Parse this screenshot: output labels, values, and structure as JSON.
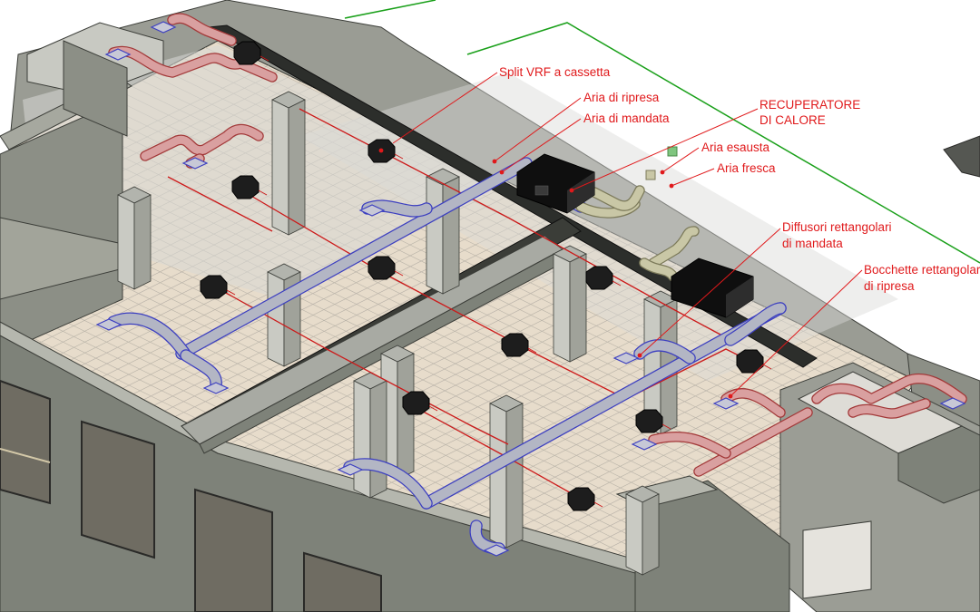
{
  "colors": {
    "label_text": "#e0191b",
    "leader_line": "#e0191b",
    "wall_fill": "#7e8279",
    "wall_edge": "#3b3d38",
    "floor_fill": "#e7dccb",
    "floor_grid": "#b9b3a8",
    "supply_duct": "#b3b6c4",
    "supply_duct_edge": "#3c3fc0",
    "return_duct": "#d9a0a0",
    "return_duct_edge": "#a23838",
    "outdoor_duct": "#c9c7a6",
    "vrf_unit": "#1d1d1d",
    "heat_recovery_unit": "#0f0f0f",
    "refrigerant_line": "#cc1a1a",
    "roof_outline": "#1aa01a",
    "glass": "#6f6c62"
  },
  "labels": [
    {
      "text": "Split VRF a cassetta"
    },
    {
      "text": "Aria di ripresa"
    },
    {
      "text": "Aria di mandata"
    },
    {
      "text": "RECUPERATORE"
    },
    {
      "text": "DI CALORE"
    },
    {
      "text": "Aria esausta"
    },
    {
      "text": "Aria fresca"
    },
    {
      "text": "Diffusori rettangolari"
    },
    {
      "text": "di mandata"
    },
    {
      "text": "Bocchette rettangolari"
    },
    {
      "text": "di ripresa"
    }
  ]
}
